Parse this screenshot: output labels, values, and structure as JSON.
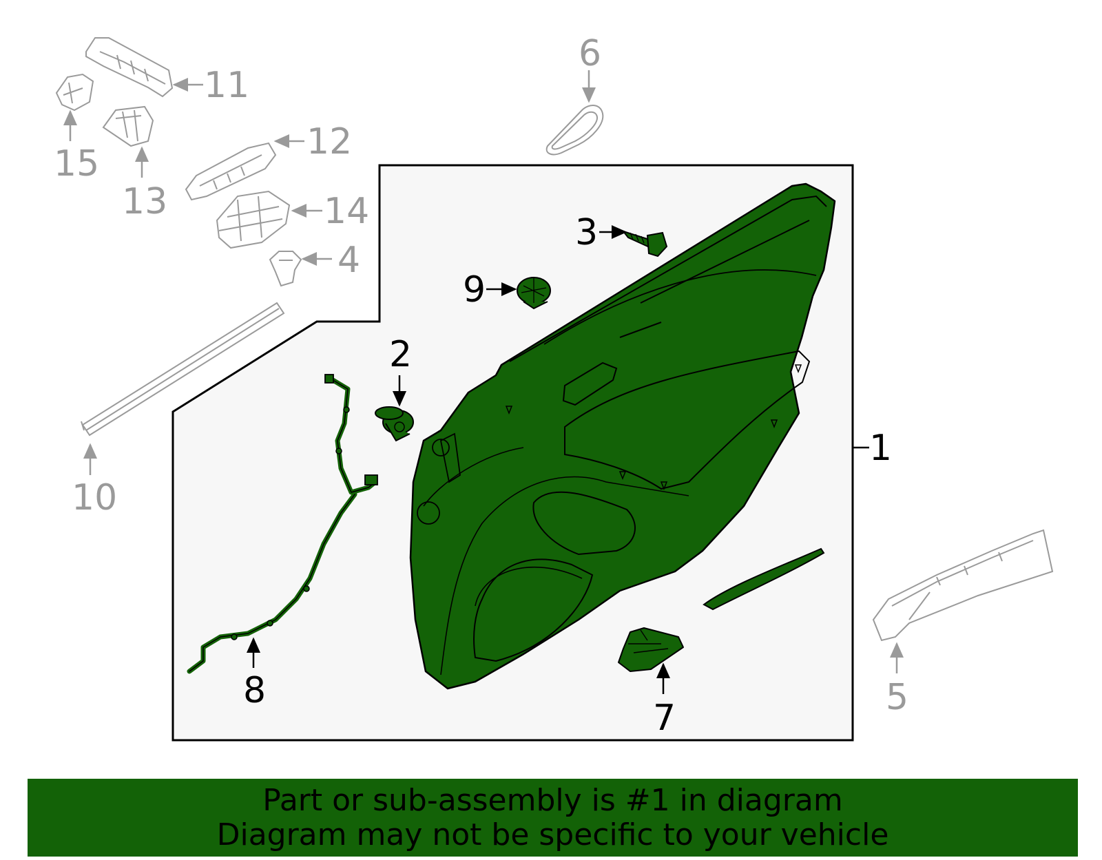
{
  "colors": {
    "highlight_fill": "#136207",
    "banner_background": "#136207",
    "assembly_background": "#f7f7f7",
    "outline_dark": "#000000",
    "outline_grey": "#9a9a9a"
  },
  "callouts": {
    "c1": "1",
    "c2": "2",
    "c3": "3",
    "c4": "4",
    "c5": "5",
    "c6": "6",
    "c7": "7",
    "c8": "8",
    "c9": "9",
    "c10": "10",
    "c11": "11",
    "c12": "12",
    "c13": "13",
    "c14": "14",
    "c15": "15"
  },
  "banner": {
    "line1": "Part or sub-assembly is #1 in diagram",
    "line2": "Diagram may not be specific to your vehicle"
  }
}
